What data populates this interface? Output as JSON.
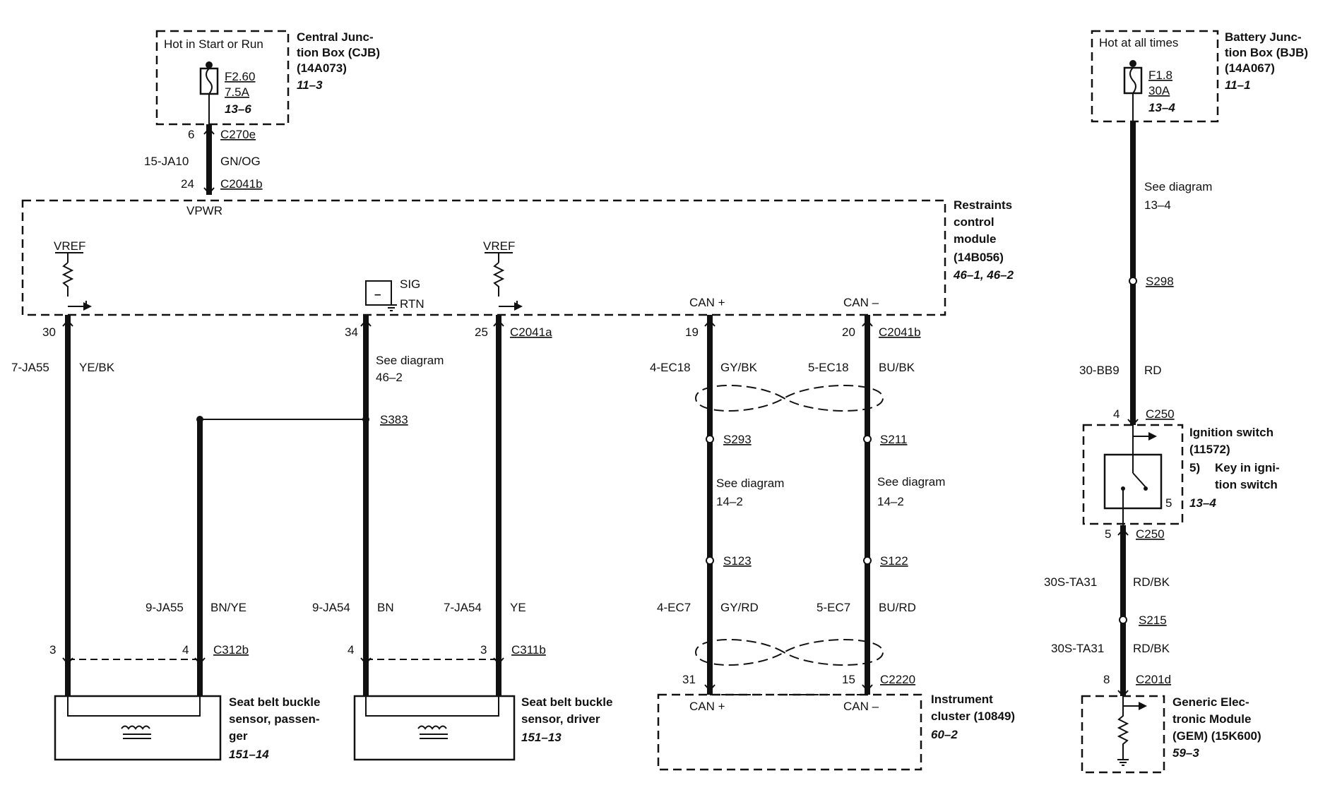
{
  "cjb": {
    "header": "Hot in Start or Run",
    "fuse_id": "F2.60",
    "fuse_rating": "7.5A",
    "fuse_ref": "13–6",
    "title_lines": [
      "Central Junc-",
      "tion Box (CJB)",
      "(14A073)"
    ],
    "page_ref": "11–3"
  },
  "bjb": {
    "header": "Hot at all times",
    "fuse_id": "F1.8",
    "fuse_rating": "30A",
    "fuse_ref": "13–4",
    "title_lines": [
      "Battery Junc-",
      "tion Box (BJB)",
      "(14A067)"
    ],
    "page_ref": "11–1"
  },
  "vpwr_feed": {
    "pin_top": "6",
    "conn_top": "C270e",
    "circuit": "15-JA10",
    "color": "GN/OG",
    "pin_bottom": "24",
    "conn_bottom": "C2041b",
    "label": "VPWR"
  },
  "rcm": {
    "title_lines": [
      "Restraints",
      "control",
      "module",
      "(14B056)"
    ],
    "page_ref": "46–1, 46–2",
    "vref_left": "VREF",
    "vref_right": "VREF",
    "sig": "SIG",
    "rtn": "RTN",
    "can_plus": "CAN +",
    "can_minus": "CAN –"
  },
  "rcm_pins": {
    "p30": "30",
    "p34": "34",
    "p25": "25",
    "conn_a": "C2041a",
    "p19": "19",
    "p20": "20",
    "conn_b": "C2041b"
  },
  "wires_upper": {
    "w1_circuit": "7-JA55",
    "w1_color": "YE/BK",
    "see_diagram": "See diagram",
    "see_ref": "46–2",
    "splice_s383": "S383"
  },
  "wires_lower": {
    "pass_circuit": "9-JA55",
    "pass_color": "BN/YE",
    "drv_circuit_a": "9-JA54",
    "drv_color_a": "BN",
    "drv_circuit_b": "7-JA54",
    "drv_color_b": "YE"
  },
  "pass_sensor": {
    "pin_a": "3",
    "pin_b": "4",
    "conn": "C312b",
    "title_lines": [
      "Seat belt buckle",
      "sensor, passen-",
      "ger"
    ],
    "page_ref": "151–14"
  },
  "drv_sensor": {
    "pin_a": "4",
    "pin_b": "3",
    "conn": "C311b",
    "title_lines": [
      "Seat belt buckle",
      "sensor, driver"
    ],
    "page_ref": "151–13"
  },
  "can_bus": {
    "upper_plus_circuit": "4-EC18",
    "upper_plus_color": "GY/BK",
    "upper_minus_circuit": "5-EC18",
    "upper_minus_color": "BU/BK",
    "s293": "S293",
    "s211": "S211",
    "see_diagram": "See diagram",
    "see_ref": "14–2",
    "s123": "S123",
    "s122": "S122",
    "lower_plus_circuit": "4-EC7",
    "lower_plus_color": "GY/RD",
    "lower_minus_circuit": "5-EC7",
    "lower_minus_color": "BU/RD",
    "p31": "31",
    "p15": "15",
    "conn": "C2220"
  },
  "cluster": {
    "can_plus": "CAN +",
    "can_minus": "CAN –",
    "title_lines": [
      "Instrument",
      "cluster (10849)"
    ],
    "page_ref": "60–2"
  },
  "right_chain": {
    "see_diagram": "See diagram",
    "see_ref": "13–4",
    "s298": "S298",
    "circuit_rd": "30-BB9",
    "color_rd": "RD",
    "pin4": "4",
    "conn_c250_top": "C250",
    "pin5_side": "5",
    "pin5": "5",
    "conn_c250_bottom": "C250",
    "circuit_a": "30S-TA31",
    "color_a": "RD/BK",
    "s215": "S215",
    "circuit_b": "30S-TA31",
    "color_b": "RD/BK",
    "pin8": "8",
    "conn_c201d": "C201d"
  },
  "ignition": {
    "title_lines": [
      "Ignition switch",
      "(11572)"
    ],
    "note_num": "5)",
    "note_lines": [
      "Key in igni-",
      "tion switch"
    ],
    "page_ref": "13–4"
  },
  "gem": {
    "title_lines": [
      "Generic Elec-",
      "tronic Module",
      "(GEM) (15K600)"
    ],
    "page_ref": "59–3"
  }
}
